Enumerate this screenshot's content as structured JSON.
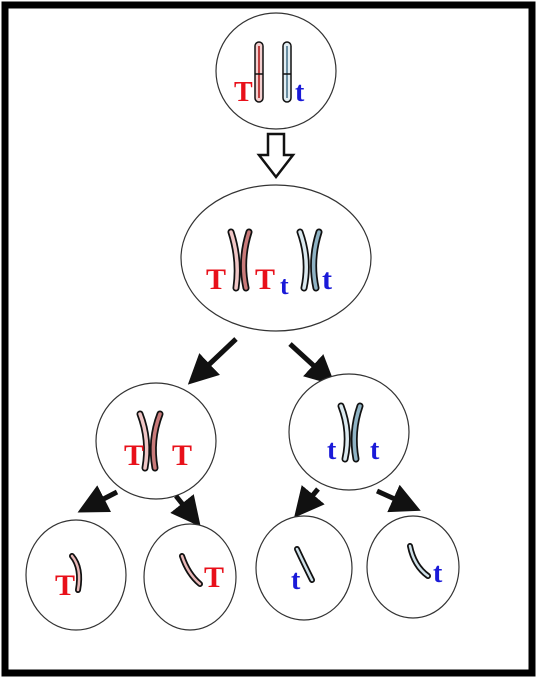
{
  "colors": {
    "dominant_allele": "#e8101a",
    "recessive_allele": "#1a1ad8",
    "dominant_chromosome": "#c97a7a",
    "recessive_chromosome": "#8fb3c4",
    "frame": "#000000",
    "arrow": "#111111"
  },
  "cells": {
    "parent": {
      "labels": [
        "T",
        "t"
      ]
    },
    "replicated": {
      "labels": [
        "T",
        "T",
        "t",
        "t"
      ]
    },
    "meiosis1_left": {
      "labels": [
        "T",
        "T"
      ]
    },
    "meiosis1_right": {
      "labels": [
        "t",
        "t"
      ]
    },
    "gamete_1": {
      "labels": [
        "T"
      ]
    },
    "gamete_2": {
      "labels": [
        "T"
      ]
    },
    "gamete_3": {
      "labels": [
        "t"
      ]
    },
    "gamete_4": {
      "labels": [
        "t"
      ]
    }
  },
  "icons": {
    "process_arrow": "hollow-down-arrow-icon",
    "division_arrow": "black-diagonal-arrow-icon"
  }
}
